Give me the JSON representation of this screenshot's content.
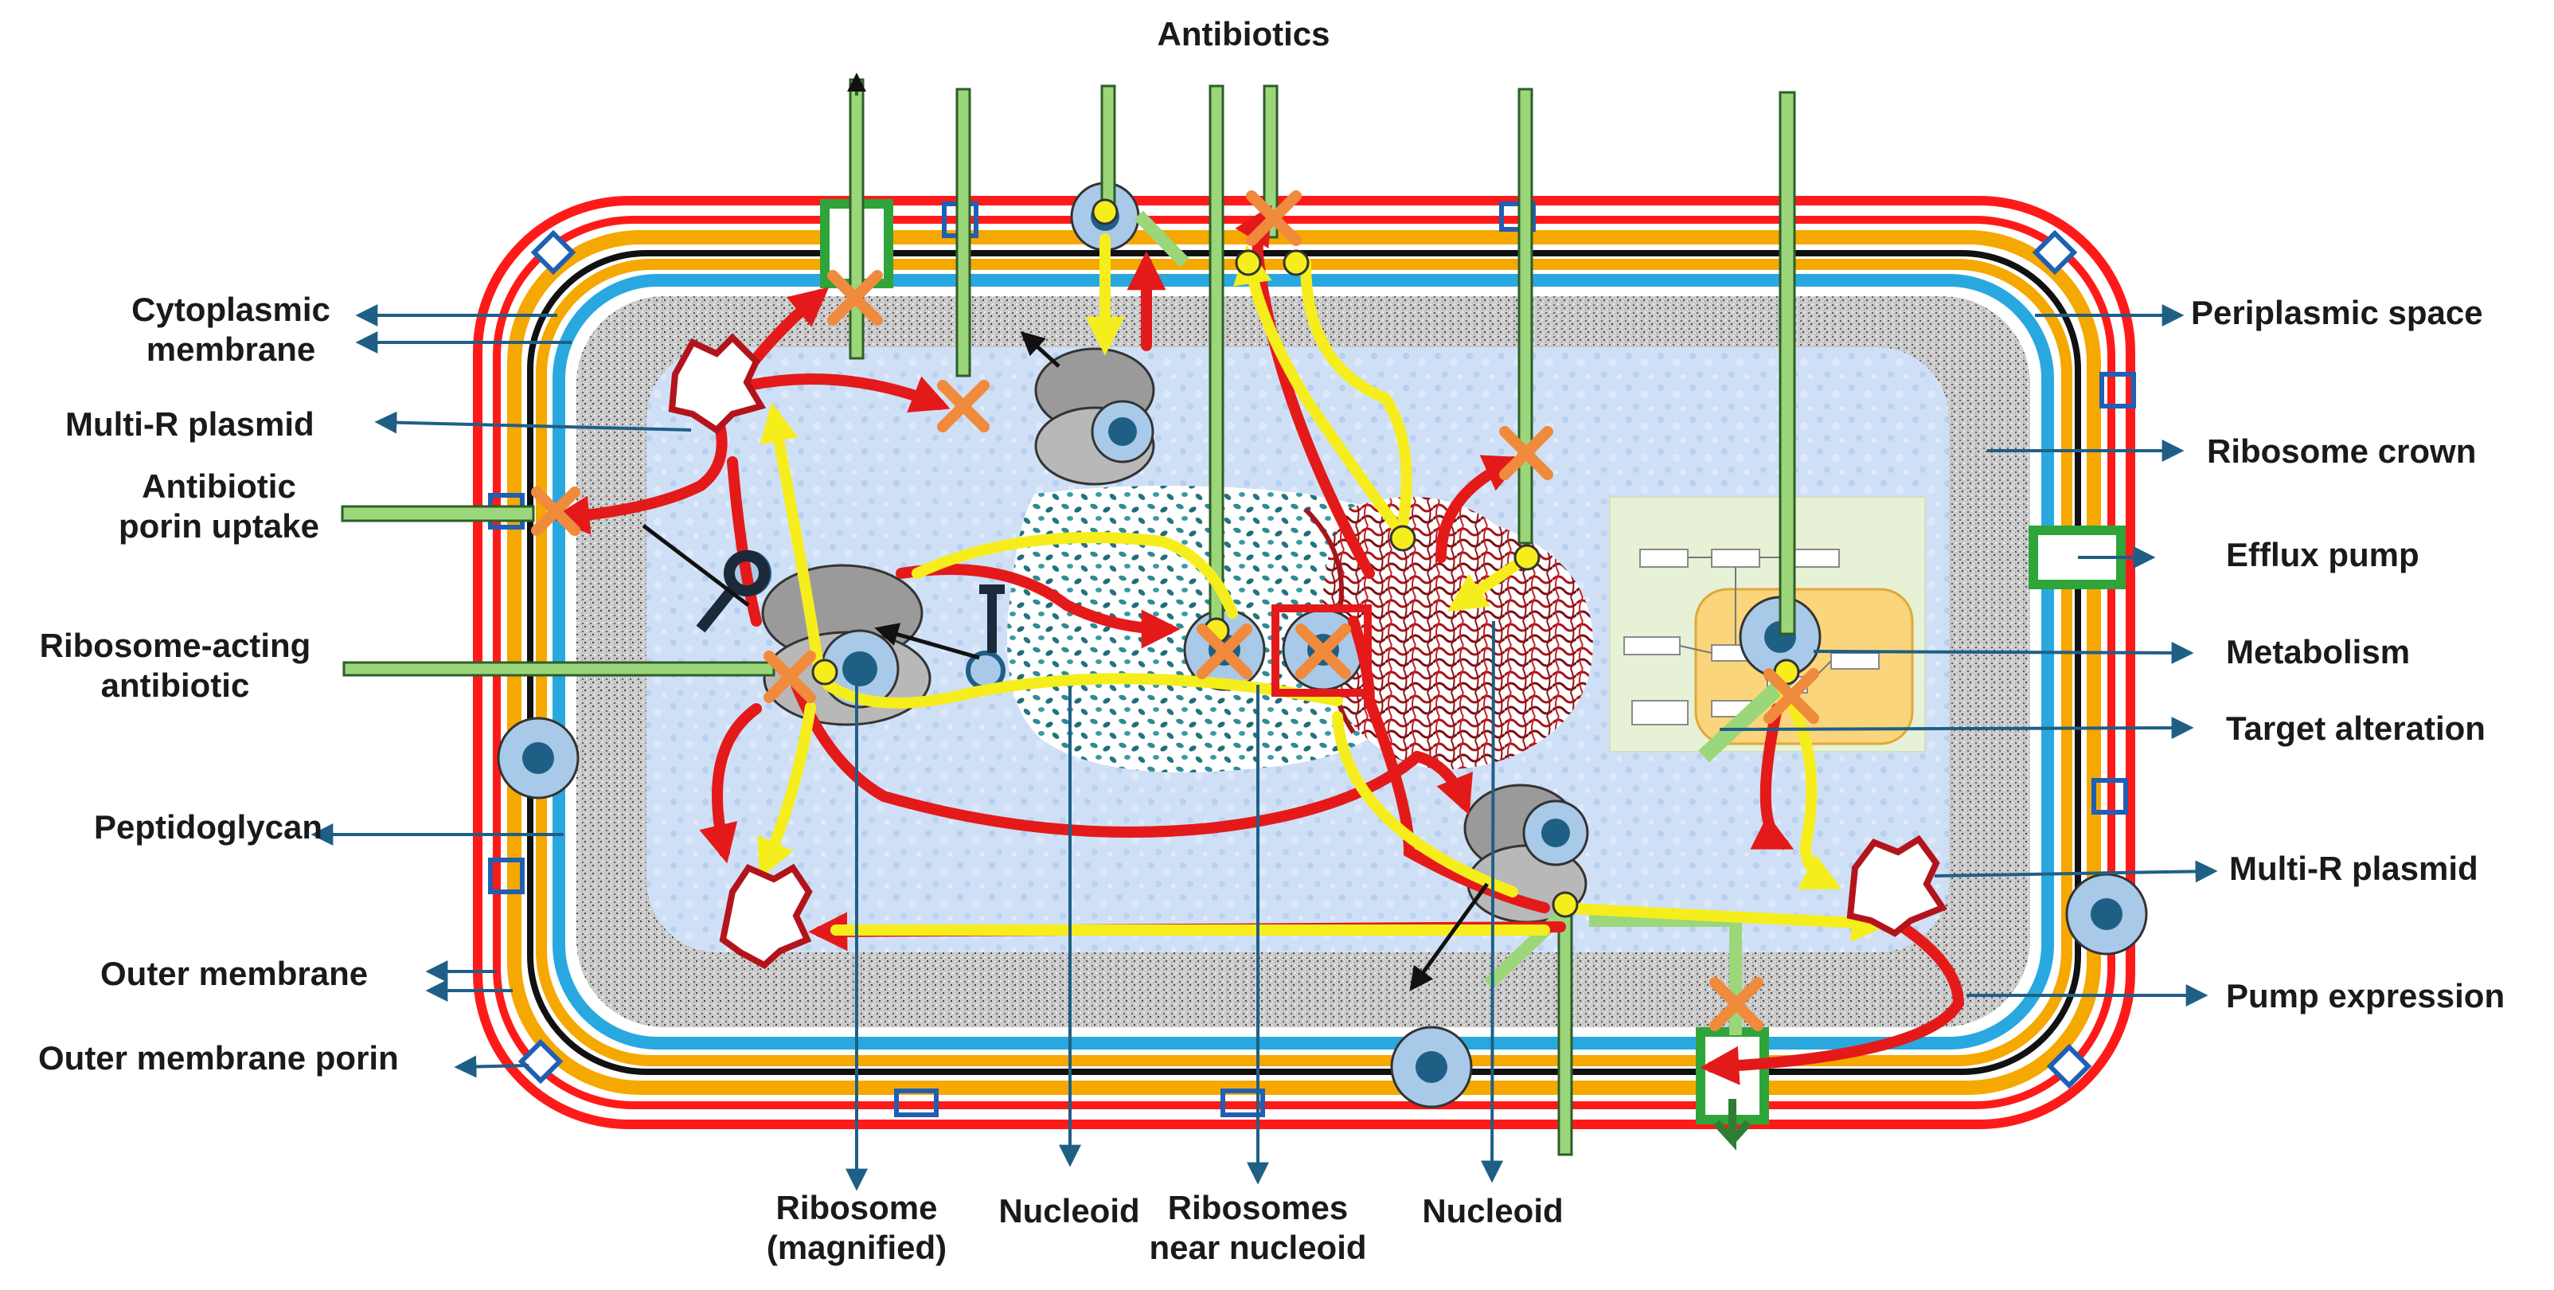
{
  "labels": {
    "antibiotics": "Antibiotics",
    "cytoplasmic_membrane_1": "Cytoplasmic",
    "cytoplasmic_membrane_2": "membrane",
    "multi_r_plasmid_left": "Multi-R plasmid",
    "antibiotic_porin_uptake_1": "Antibiotic",
    "antibiotic_porin_uptake_2": "porin uptake",
    "ribosome_acting_antibiotic_1": "Ribosome-acting",
    "ribosome_acting_antibiotic_2": "antibiotic",
    "peptidoglycan": "Peptidoglycan",
    "outer_membrane": "Outer membrane",
    "outer_membrane_porin": "Outer membrane porin",
    "periplasmic_space": "Periplasmic space",
    "ribosome_crown": "Ribosome crown",
    "efflux_pump": "Efflux pump",
    "metabolism": "Metabolism",
    "target_alteration": "Target alteration",
    "multi_r_plasmid_right": "Multi-R plasmid",
    "pump_expression": "Pump expression",
    "ribosome_magnified_1": "Ribosome",
    "ribosome_magnified_2": "(magnified)",
    "nucleoid_1": "Nucleoid",
    "ribosomes_near_nucleoid_1": "Ribosomes",
    "ribosomes_near_nucleoid_2": "near nucleoid",
    "nucleoid_2": "Nucleoid"
  },
  "colors": {
    "outer_red": "#ff1a1a",
    "orange_layer": "#f5a800",
    "black_layer": "#111111",
    "cyan_membrane": "#29a8e0",
    "pointer_blue": "#1f5f86",
    "antibiotic_green": "#9bd67a",
    "green_outline": "#2e7d32",
    "resistance_red": "#e41a1a",
    "pathway_yellow": "#f5ee1c",
    "block_orange": "#f08a3c",
    "dna_red": "#a5151a",
    "cytoplasm_blue": "#c9dcf4",
    "ribosome_blue": "#a9c9e8",
    "ribosome_dark": "#1f5f86",
    "ribosome_gray": "#9a9a9a",
    "metabolism_bg": "#e6f1d6",
    "metabolism_inner": "#fbd57c"
  }
}
